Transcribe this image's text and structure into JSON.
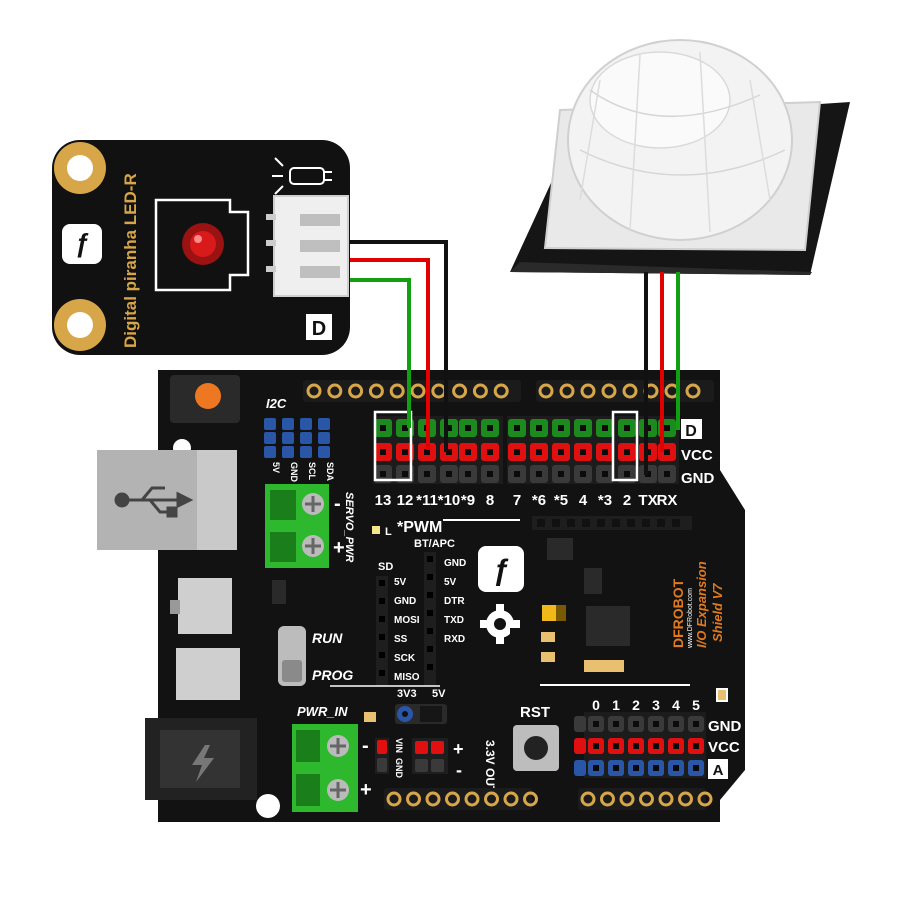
{
  "led_module": {
    "title": "Digital piranha LED-R",
    "badge": "D",
    "logo": "df-logo-icon"
  },
  "io_shield": {
    "i2c_label": "I2C",
    "i2c_pins": [
      "5V",
      "GND",
      "SCL",
      "SDA"
    ],
    "servo_label": "SERVO_PWR",
    "pwm_label": "*PWM",
    "l_label": "L",
    "bt_apc_label": "BT/APC",
    "bt_apc_pins": [
      "GND",
      "5V",
      "DTR",
      "TXD",
      "RXD"
    ],
    "sd_label": "SD",
    "sd_pins": [
      "5V",
      "GND",
      "MOSI",
      "SS",
      "SCK",
      "MISO"
    ],
    "run_label": "RUN",
    "prog_label": "PROG",
    "pwr_in_label": "PWR_IN",
    "vin_label": "VIN",
    "gnd_label": "GND",
    "v3v3_label": "3V3",
    "v5_label": "5V",
    "out_label": "3.3V OUT",
    "rst_label": "RST",
    "brand_text": "DFROBOT",
    "brand_url": "www.DFRobot.com",
    "brand_name": "I/O Expansion",
    "brand_ver": "Shield V7",
    "digital_row_labels": [
      "13",
      "12",
      "*11",
      "*10",
      "*9",
      "8",
      "7",
      "*6",
      "*5",
      "4",
      "*3",
      "2",
      "TX",
      "RX"
    ],
    "digital_badge": "D",
    "vcc_label": "VCC",
    "gnd_row_label": "GND",
    "analog_labels": [
      "0",
      "1",
      "2",
      "3",
      "4",
      "5"
    ],
    "analog_badge": "A",
    "analog_gnd": "GND",
    "analog_vcc": "VCC",
    "plus": "+",
    "minus": "-"
  },
  "colors": {
    "board": "#121212",
    "pin_green": "#1c8a1c",
    "pin_red": "#e01010",
    "pin_black": "#3a3a3a",
    "pin_blue": "#2a56a8",
    "label": "#ffffff",
    "led_pcb": "#111111",
    "gold": "#d6a648",
    "terminal": "#2db82d",
    "wire_black": "#111111",
    "wire_red": "#e00000",
    "wire_green": "#12a012"
  }
}
